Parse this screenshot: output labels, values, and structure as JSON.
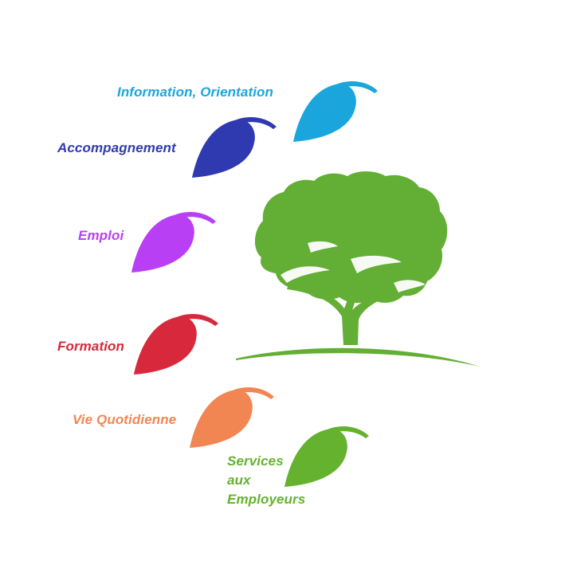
{
  "items": [
    {
      "id": "information-orientation",
      "label": "Information, Orientation",
      "color": "#1aa6dc",
      "icon": "leaf-icon"
    },
    {
      "id": "accompagnement",
      "label": "Accompagnement",
      "color": "#303ab0",
      "icon": "leaf-icon"
    },
    {
      "id": "emploi",
      "label": "Emploi",
      "color": "#b93ff5",
      "icon": "leaf-icon"
    },
    {
      "id": "formation",
      "label": "Formation",
      "color": "#d7283c",
      "icon": "leaf-icon"
    },
    {
      "id": "vie-quotidienne",
      "label": "Vie Quotidienne",
      "color": "#f28652",
      "icon": "leaf-icon"
    },
    {
      "id": "services-aux-employeurs",
      "label_lines": [
        "Services",
        "aux",
        "Employeurs"
      ],
      "color": "#64b22e",
      "icon": "leaf-icon"
    }
  ],
  "tree": {
    "color": "#63ae34",
    "icon": "tree-icon"
  }
}
